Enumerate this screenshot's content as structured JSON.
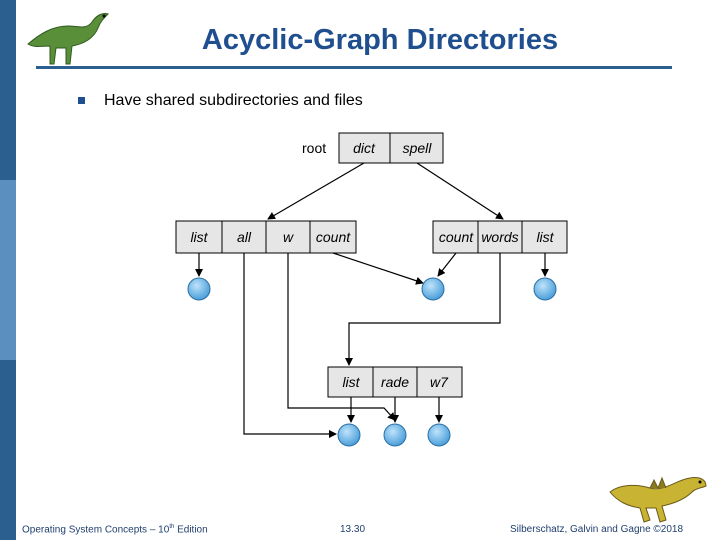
{
  "slide": {
    "title": "Acyclic-Graph Directories",
    "bullet": "Have shared subdirectories and files"
  },
  "diagram": {
    "root_label": "root",
    "root_entries": [
      "dict",
      "spell"
    ],
    "dict_entries": [
      "list",
      "all",
      "w",
      "count"
    ],
    "spell_entries": [
      "count",
      "words",
      "list"
    ],
    "sub_entries": [
      "list",
      "rade",
      "w7"
    ]
  },
  "footer": {
    "left_prefix": "Operating System Concepts – 10",
    "left_sup": "th",
    "left_suffix": " Edition",
    "page": "13.30",
    "right": "Silberschatz, Galvin and Gagne ©2018"
  },
  "colors": {
    "title": "#1f4f8f",
    "rule": "#2b5f8f",
    "box_fill": "#e6e6e6",
    "node_fill": "#6fb6ea"
  },
  "icons": [
    "dinosaur-logo-top",
    "dinosaur-logo-bottom"
  ]
}
